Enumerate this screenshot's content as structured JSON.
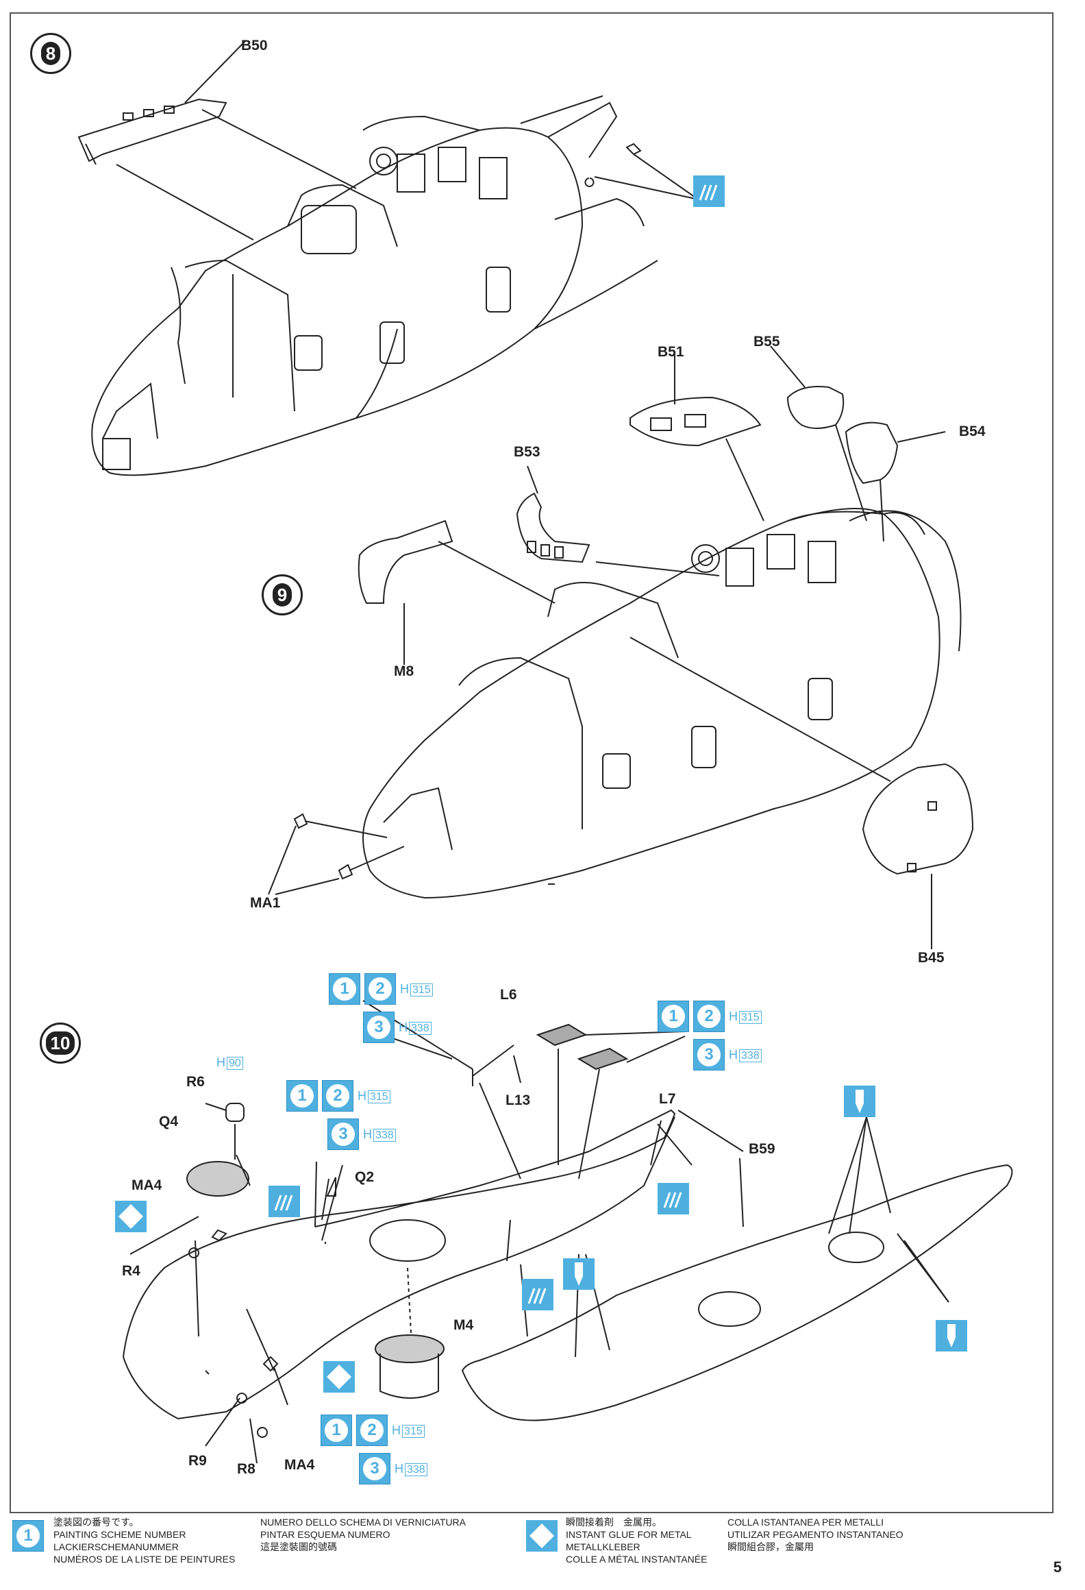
{
  "steps": {
    "s8": "8",
    "s9": "9",
    "s10": "10"
  },
  "parts": {
    "B50": "B50",
    "B51": "B51",
    "B55": "B55",
    "B54": "B54",
    "B53": "B53",
    "M8": "M8",
    "MA1": "MA1",
    "B45": "B45",
    "L6": "L6",
    "L13": "L13",
    "L7": "L7",
    "B59": "B59",
    "R6": "R6",
    "Q4": "Q4",
    "MA4a": "MA4",
    "R4": "R4",
    "Q2": "Q2",
    "M4": "M4",
    "R9": "R9",
    "R8": "R8",
    "MA4b": "MA4"
  },
  "paint": {
    "n1": "1",
    "n2": "2",
    "n3": "3",
    "h": "H",
    "c315": "315",
    "c338": "338",
    "c90": "90"
  },
  "legend": {
    "scheme_ja": "塗装図の番号です。",
    "scheme_en": "PAINTING SCHEME NUMBER",
    "scheme_de": "LACKIERSCHEMANUMMER",
    "scheme_fr": "NUMÉROS DE LA LISTE DE PEINTURES",
    "scheme_it": "NUMERO DELLO SCHEMA DI VERNICIATURA",
    "scheme_es": "PINTAR ESQUEMA NUMERO",
    "scheme_zh": "這是塗裝圖的號碼",
    "glue_ja": "瞬間接着剤　金属用。",
    "glue_en": "INSTANT GLUE FOR METAL",
    "glue_de": "METALLKLEBER",
    "glue_fr": "COLLE A MÉTAL INSTANTANÉE",
    "glue_it": "COLLA ISTANTANEA PER METALLI",
    "glue_es": "UTILIZAR PEGAMENTO INSTANTANEO",
    "glue_zh": "瞬間組合膠，金屬用"
  },
  "page_number": "5",
  "colors": {
    "accent": "#4fb0e0",
    "line": "#222222"
  }
}
